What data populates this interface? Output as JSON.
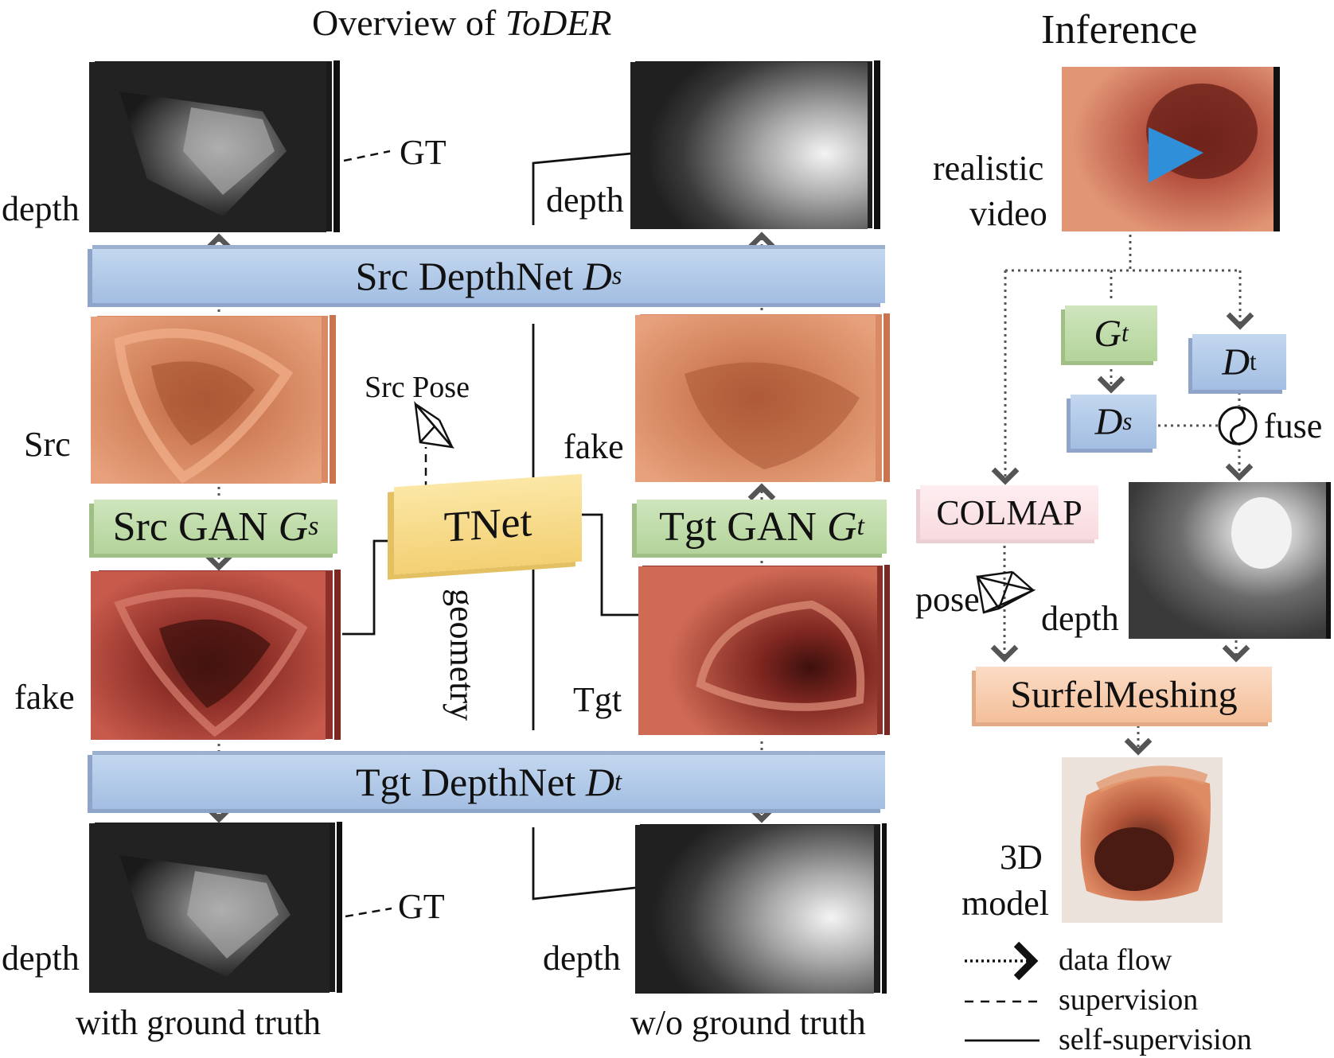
{
  "title_prefix": "Overview of ",
  "title_italic": "ToDER",
  "inference_title": "Inference",
  "left": {
    "depth_top": "depth",
    "gt_top": "GT",
    "src_label": "Src",
    "fake_label": "fake",
    "src_gan_prefix": "Src GAN ",
    "src_gan_var": "G",
    "src_gan_sub": "s",
    "depth_bottom": "depth",
    "gt_bottom": "GT",
    "caption": "with ground truth"
  },
  "center": {
    "src_pose": "Src Pose",
    "tnet": "TNet",
    "geometry": "geometry",
    "src_depthnet_prefix": "Src DepthNet ",
    "src_depthnet_var": "D",
    "src_depthnet_sub": "s",
    "tgt_depthnet_prefix": "Tgt DepthNet ",
    "tgt_depthnet_var": "D",
    "tgt_depthnet_sub": "t"
  },
  "right_col": {
    "depth_top": "depth",
    "fake_label": "fake",
    "tgt_gan_prefix": "Tgt GAN ",
    "tgt_gan_var": "G",
    "tgt_gan_sub": "t",
    "tgt_label": "Tgt",
    "depth_bottom": "depth",
    "caption": "w/o ground truth"
  },
  "inference": {
    "realistic": "realistic",
    "video": "video",
    "gt_var": "G",
    "gt_sub": "t",
    "dt_var": "D",
    "dt_sub": "t",
    "ds_var": "D",
    "ds_sub": "s",
    "fuse": "fuse",
    "colmap": "COLMAP",
    "pose": "pose",
    "depth": "depth",
    "surfel": "SurfelMeshing",
    "model_3d": "3D",
    "model_word": "model"
  },
  "legend": {
    "data_flow": "data flow",
    "supervision": "supervision",
    "self_supervision": "self-supervision"
  },
  "colors": {
    "depthnet_blue": "#a9c3e6",
    "gan_green": "#bddba6",
    "tnet_yellow": "#f7dc8c",
    "colmap_pink": "#fbe3e6",
    "surfel_orange": "#f6c6a4",
    "play_blue": "#2f8fd8"
  }
}
